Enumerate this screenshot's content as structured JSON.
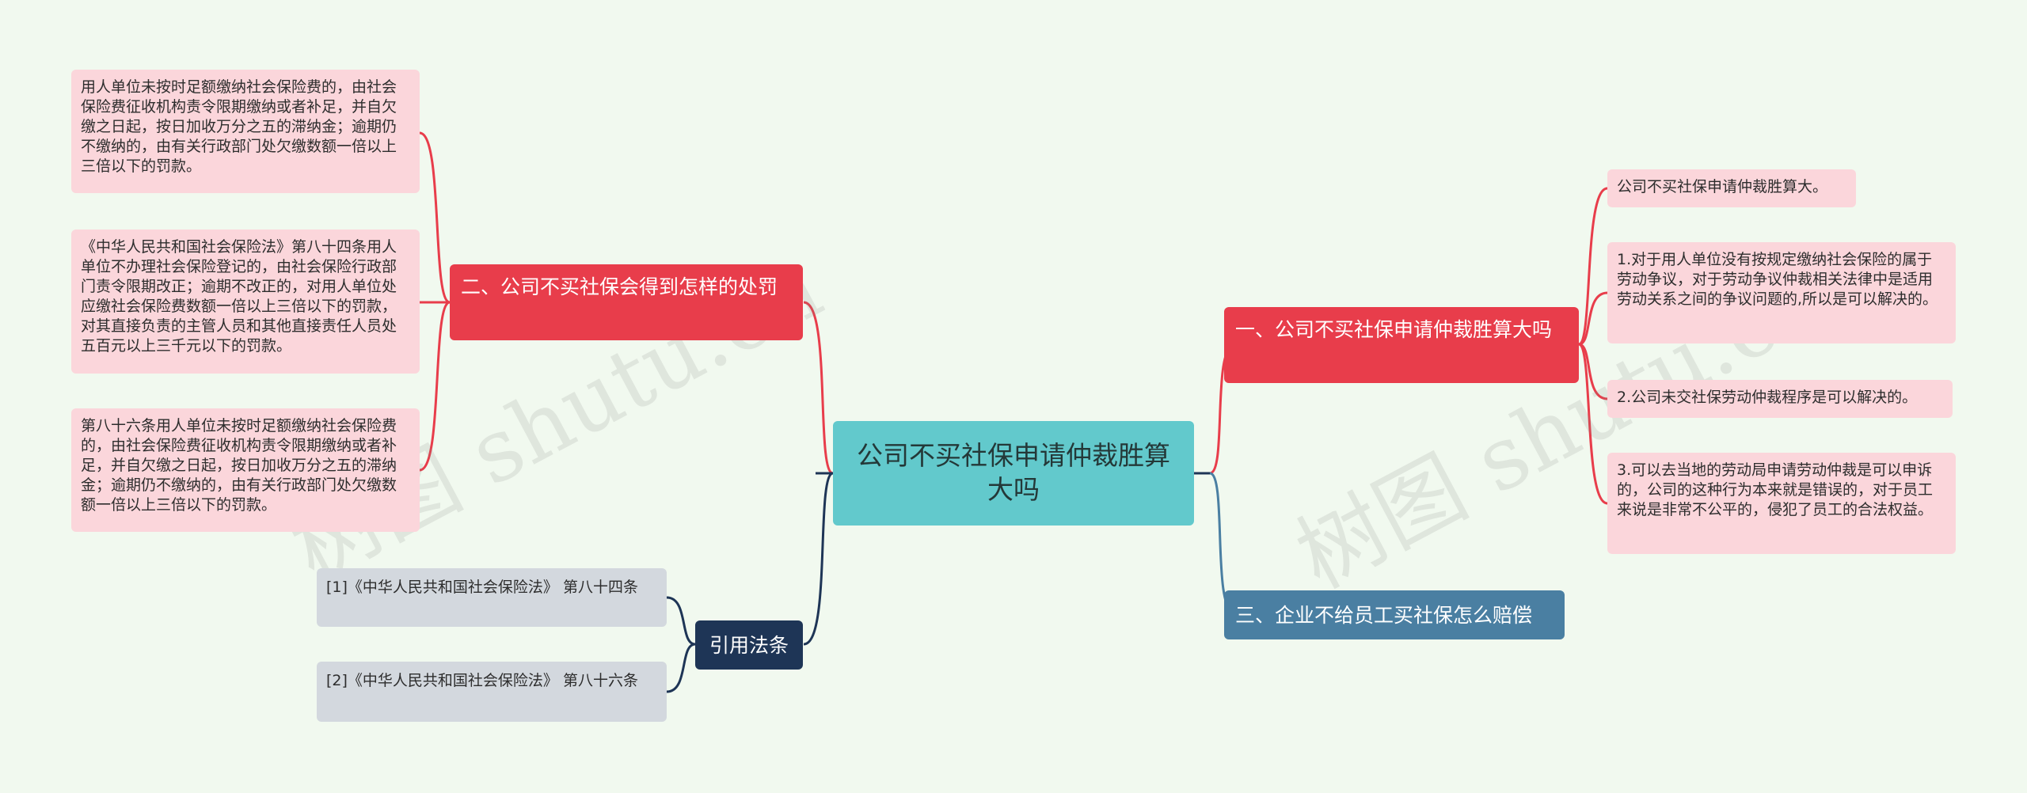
{
  "root": {
    "label": "公司不买社保申请仲裁胜算大吗"
  },
  "branches": {
    "b1": {
      "label": "一、公司不买社保申请仲裁胜算大吗"
    },
    "b2": {
      "label": "二、公司不买社保会得到怎样的处罚"
    },
    "b3": {
      "label": "三、企业不给员工买社保怎么赔偿"
    },
    "b4": {
      "label": "引用法条"
    }
  },
  "leaves": {
    "b1_1": "公司不买社保申请仲裁胜算大。",
    "b1_2": "1.对于用人单位没有按规定缴纳社会保险的属于劳动争议，对于劳动争议仲裁相关法律中是适用劳动关系之间的争议问题的,所以是可以解决的。",
    "b1_3": "2.公司未交社保劳动仲裁程序是可以解决的。",
    "b1_4": "3.可以去当地的劳动局申请劳动仲裁是可以申诉的，公司的这种行为本来就是错误的，对于员工来说是非常不公平的，侵犯了员工的合法权益。",
    "b2_1": "用人单位未按时足额缴纳社会保险费的，由社会保险费征收机构责令限期缴纳或者补足，并自欠缴之日起，按日加收万分之五的滞纳金；逾期仍不缴纳的，由有关行政部门处欠缴数额一倍以上三倍以下的罚款。",
    "b2_2": "《中华人民共和国社会保险法》第八十四条用人单位不办理社会保险登记的，由社会保险行政部门责令限期改正；逾期不改正的，对用人单位处应缴社会保险费数额一倍以上三倍以下的罚款，对其直接负责的主管人员和其他直接责任人员处五百元以上三千元以下的罚款。",
    "b2_3": "第八十六条用人单位未按时足额缴纳社会保险费的，由社会保险费征收机构责令限期缴纳或者补足，并自欠缴之日起，按日加收万分之五的滞纳金；逾期仍不缴纳的，由有关行政部门处欠缴数额一倍以上三倍以下的罚款。",
    "b4_1": "[1]《中华人民共和国社会保险法》 第八十四条",
    "b4_2": "[2]《中华人民共和国社会保险法》 第八十六条"
  },
  "watermark": {
    "text": "树图 shutu.cn"
  },
  "colors": {
    "background": "#f1f9ef",
    "root": "#62c9cc",
    "red_branch": "#e83d4b",
    "steel_branch": "#4a7fa2",
    "navy_branch": "#1e3556",
    "pink_leaf": "#fbd6db",
    "gray_leaf": "#d3d8de"
  }
}
